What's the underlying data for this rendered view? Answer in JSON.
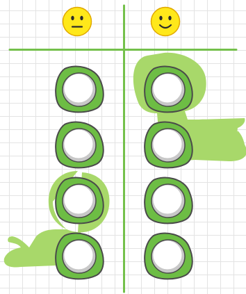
{
  "colors": {
    "grid": "#e3e3e3",
    "divider": "#74c04b",
    "sticker_fill": "#6dbd44",
    "sticker_outline": "#4a4a4a",
    "hole_face": "#ffffff",
    "hole_shadow": "#c8c8c8",
    "turtle": "#a8d86a",
    "smiley_fill": "#ffe81a",
    "smiley_edge": "#e0a800"
  },
  "columns": [
    {
      "header_icon": "neutral-face-icon",
      "slots": 4,
      "turtle_slot_index": 2
    },
    {
      "header_icon": "smiling-face-icon",
      "slots": 4,
      "turtle_slot_index": 0
    }
  ]
}
